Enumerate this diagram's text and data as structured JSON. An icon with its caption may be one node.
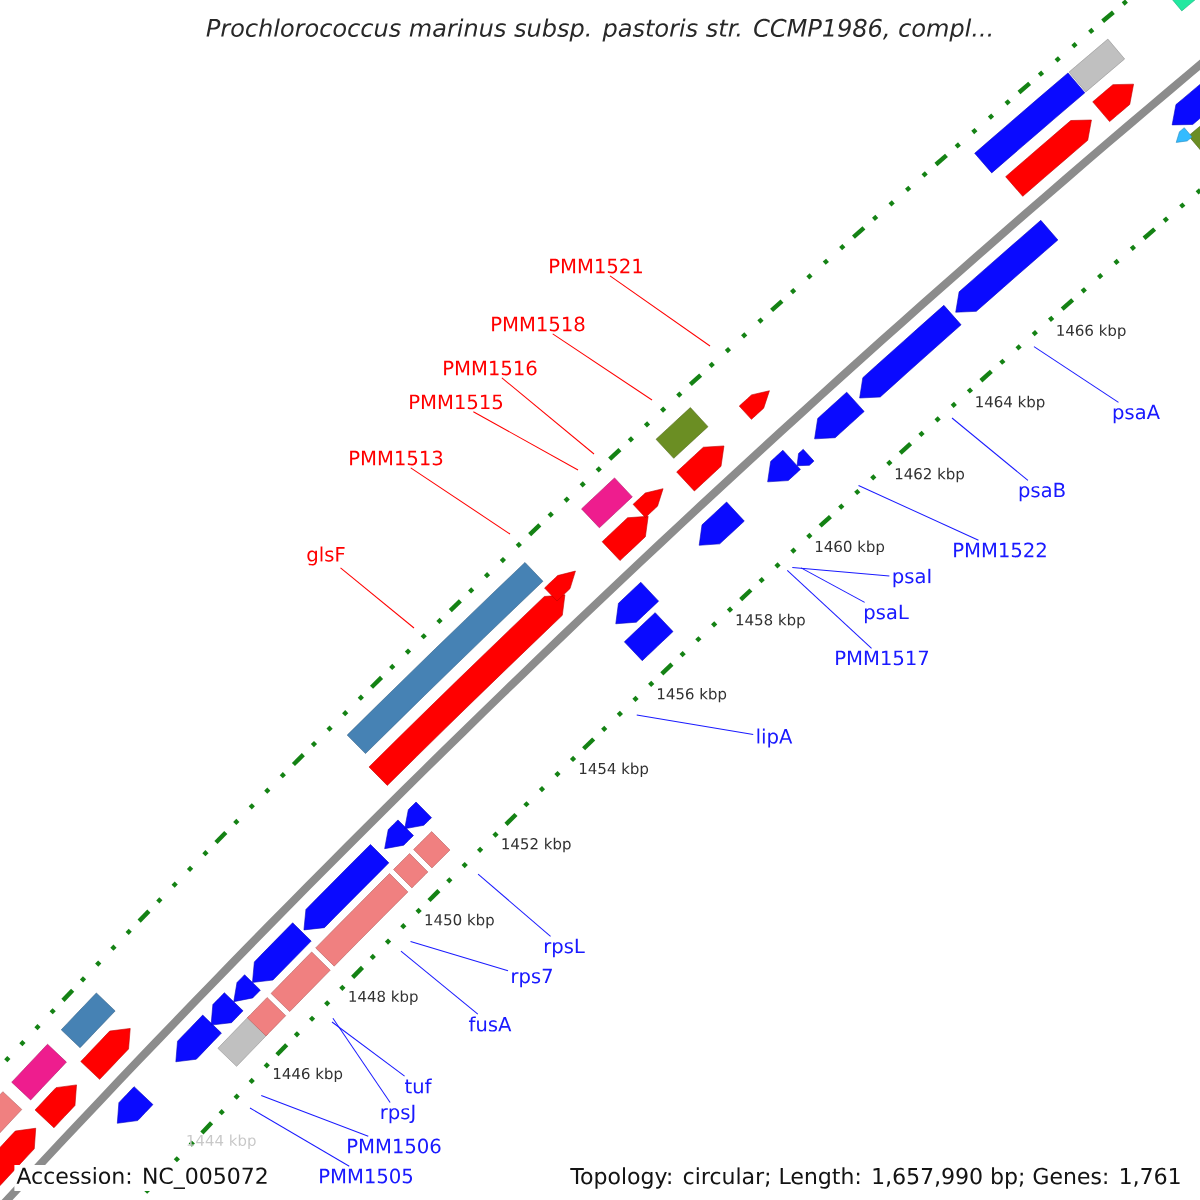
{
  "diagram": {
    "title": "Prochlorococcus marinus subsp. pastoris str. CCMP1986, compl...",
    "nodes": [
      {
        "text": [
          "PMM1521"
        ]
      },
      {
        "text": [
          "PMM1518"
        ]
      },
      {
        "text": [
          "PMM1516"
        ]
      },
      {
        "text": [
          "PMM1515"
        ]
      },
      {
        "text": [
          "PMM1513"
        ]
      },
      {
        "text": [
          "glsF"
        ]
      },
      {
        "text": [
          "psaA"
        ]
      },
      {
        "text": [
          "psaB"
        ]
      },
      {
        "text": [
          "PMM1522"
        ]
      },
      {
        "text": [
          "psaI"
        ]
      },
      {
        "text": [
          "psaL"
        ]
      },
      {
        "text": [
          "PMM1517"
        ]
      },
      {
        "text": [
          "lipA"
        ]
      },
      {
        "text": [
          "rpsL"
        ]
      },
      {
        "text": [
          "rps7"
        ]
      },
      {
        "text": [
          "fusA"
        ]
      },
      {
        "text": [
          "tuf"
        ]
      },
      {
        "text": [
          "rpsJ"
        ]
      },
      {
        "text": [
          "PMM1506"
        ]
      },
      {
        "text": [
          "PMM1505"
        ]
      }
    ],
    "edges": [
      {
        "from": 0,
        "to": null,
        "arrow": "none",
        "color": "#ff0000"
      },
      {
        "from": 1,
        "to": null,
        "arrow": "none",
        "color": "#ff0000"
      },
      {
        "from": 2,
        "to": null,
        "arrow": "none",
        "color": "#ff0000"
      },
      {
        "from": 3,
        "to": null,
        "arrow": "none",
        "color": "#ff0000"
      },
      {
        "from": 4,
        "to": null,
        "arrow": "none",
        "color": "#ff0000"
      },
      {
        "from": 5,
        "to": null,
        "arrow": "none",
        "color": "#ff0000"
      },
      {
        "from": 6,
        "to": null,
        "arrow": "none"
      },
      {
        "from": 7,
        "to": null,
        "arrow": "none"
      },
      {
        "from": 8,
        "to": null,
        "arrow": "none"
      },
      {
        "from": 9,
        "to": null,
        "arrow": "none"
      },
      {
        "from": 10,
        "to": null,
        "arrow": "none"
      },
      {
        "from": 11,
        "to": null,
        "arrow": "none"
      },
      {
        "from": 12,
        "to": null,
        "arrow": "none"
      },
      {
        "from": 13,
        "to": null,
        "arrow": "none"
      },
      {
        "from": 14,
        "to": null,
        "arrow": "none"
      },
      {
        "from": 15,
        "to": null,
        "arrow": "none"
      },
      {
        "from": 16,
        "to": null,
        "arrow": "none"
      },
      {
        "from": 17,
        "to": null,
        "arrow": "none"
      },
      {
        "from": 18,
        "to": null,
        "arrow": "none"
      },
      {
        "from": 19,
        "to": null,
        "arrow": "none"
      }
    ],
    "labels": [
      "1466 kbp",
      "1464 kbp",
      "1462 kbp",
      "1460 kbp",
      "1458 kbp",
      "1456 kbp",
      "1454 kbp",
      "1452 kbp",
      "1450 kbp",
      "1448 kbp",
      "1446 kbp",
      "1444 kbp",
      "Accession: NC_005072",
      "Topology: circular; Length: 1,657,990 bp; Genes: 1,761"
    ]
  }
}
